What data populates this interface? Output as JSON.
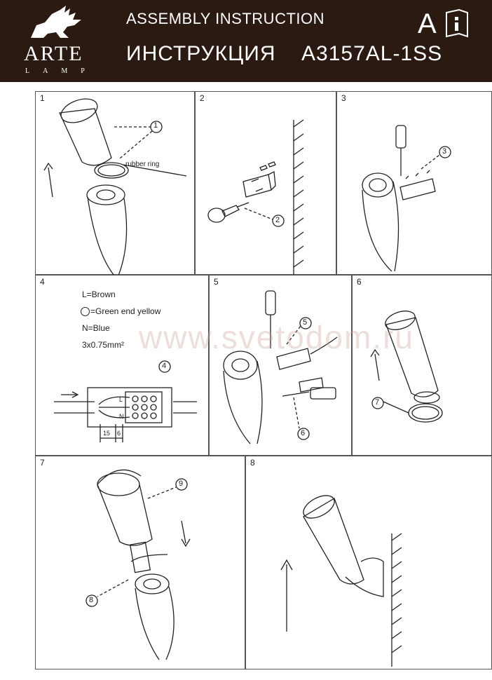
{
  "header": {
    "brand": "ARTE",
    "brand_sub": "LAMP",
    "title_en": "ASSEMBLY INSTRUCTION",
    "title_ru": "ИНСТРУКЦИЯ",
    "model": "A3157AL-1SS",
    "lang_letter": "A"
  },
  "steps": [
    {
      "num": "1",
      "callout": "1",
      "label": "rubber ring"
    },
    {
      "num": "2",
      "callout": "2"
    },
    {
      "num": "3",
      "callout": "3"
    },
    {
      "num": "4",
      "callout": "4",
      "legend": [
        "L=Brown",
        "=Green end yellow",
        "N=Blue",
        "3x0.75mm²"
      ],
      "dims": [
        "15",
        "6"
      ],
      "terminal": [
        "L",
        "N"
      ]
    },
    {
      "num": "5",
      "callouts": [
        "5",
        "6"
      ]
    },
    {
      "num": "6",
      "callout": "7"
    },
    {
      "num": "7",
      "callouts": [
        "9",
        "8"
      ]
    },
    {
      "num": "8"
    }
  ],
  "watermark": "www.svetodom.ru"
}
